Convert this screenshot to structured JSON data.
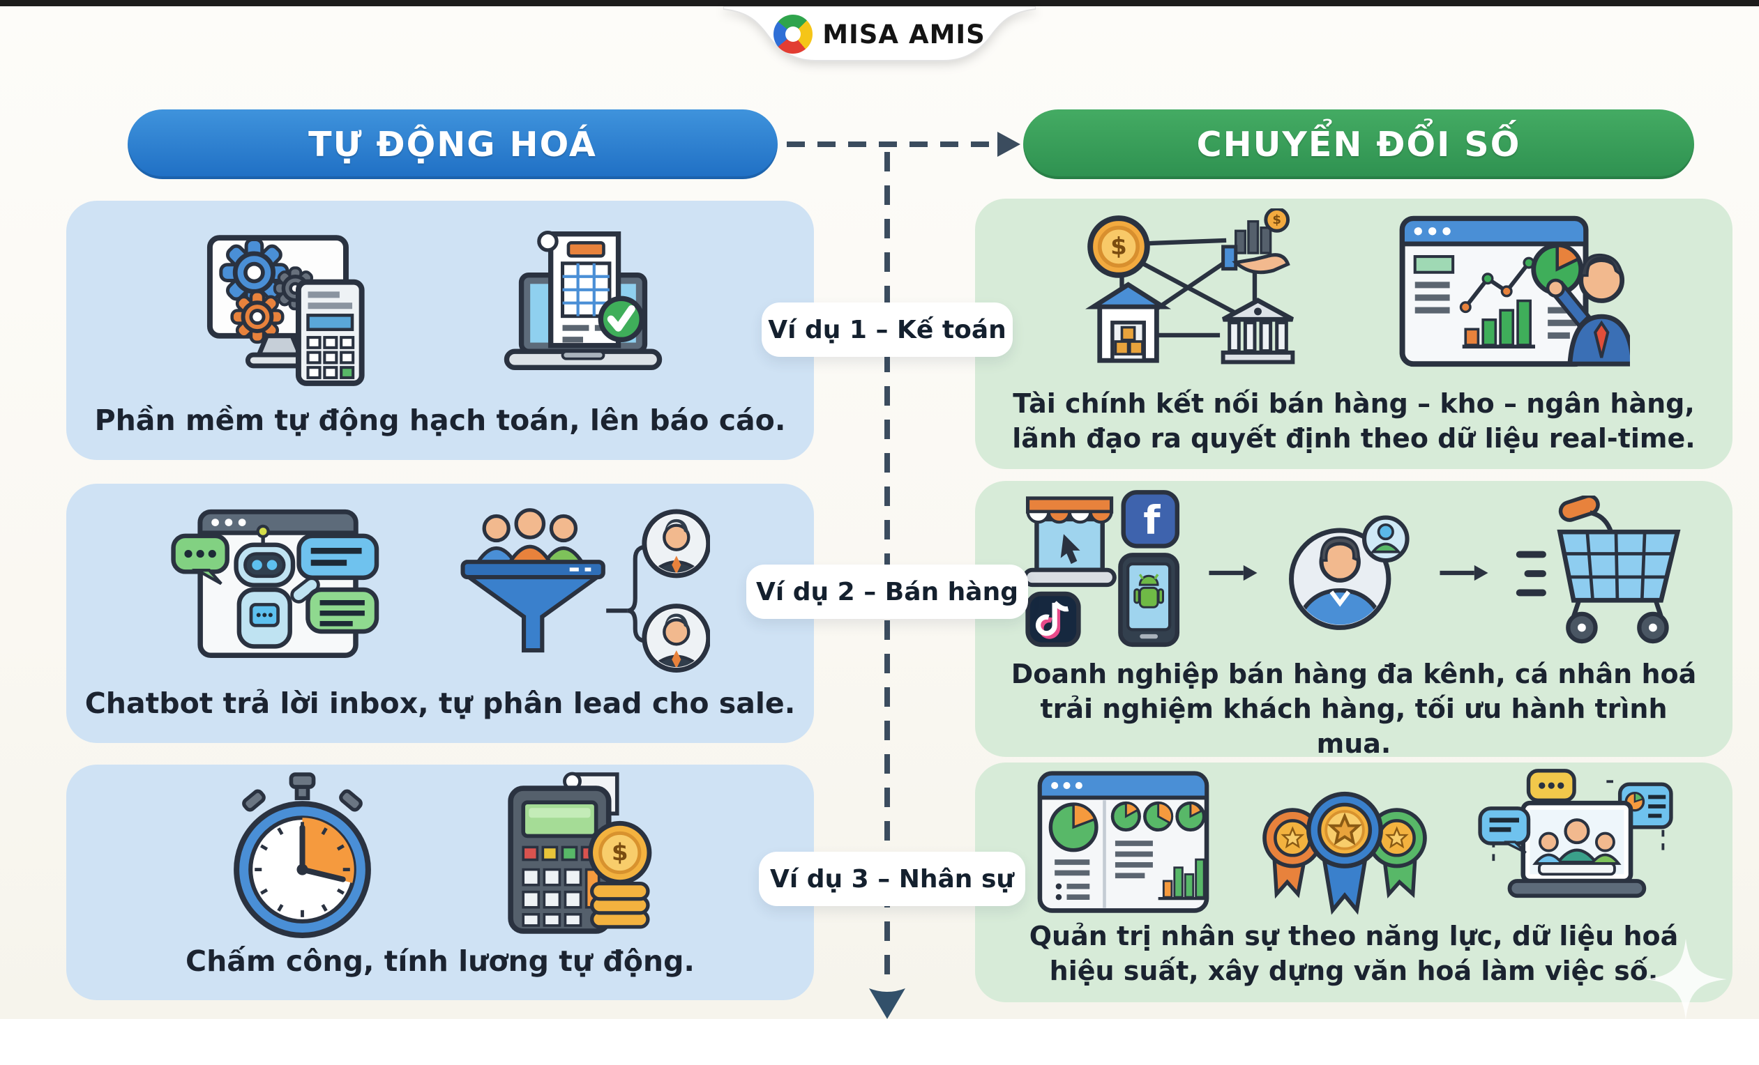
{
  "brand": {
    "name": "MISA AMIS"
  },
  "headers": {
    "left": "TỰ ĐỘNG HOÁ",
    "right": "CHUYỂN ĐỔI SỐ"
  },
  "rows": [
    {
      "label": "Ví dụ 1 – Kế toán",
      "left_caption": "Phần mềm tự động hạch toán, lên báo cáo.",
      "right_caption": "Tài chính kết nối bán hàng – kho – ngân hàng, lãnh đạo ra quyết định theo dữ liệu real-time."
    },
    {
      "label": "Ví dụ 2 – Bán hàng",
      "left_caption": "Chatbot trả lời inbox, tự phân lead cho sale.",
      "right_caption": "Doanh nghiệp bán hàng đa kênh, cá nhân hoá trải nghiệm khách hàng, tối ưu hành trình mua."
    },
    {
      "label": "Ví dụ 3 – Nhân sự",
      "left_caption": "Chấm công, tính lương tự động.",
      "right_caption": "Quản trị nhân sự theo năng lực, dữ liệu hoá hiệu suất, xây dựng văn hoá làm việc số."
    }
  ],
  "glyphs": {
    "dollar": "$",
    "facebook_f": "f"
  },
  "colors": {
    "pill_blue": "#2a7fce",
    "pill_green": "#37a058",
    "card_blue": "#cfe2f4",
    "card_green": "#d7ebd8",
    "connector": "#3b4c5e",
    "caption_text": "#1b2330"
  }
}
